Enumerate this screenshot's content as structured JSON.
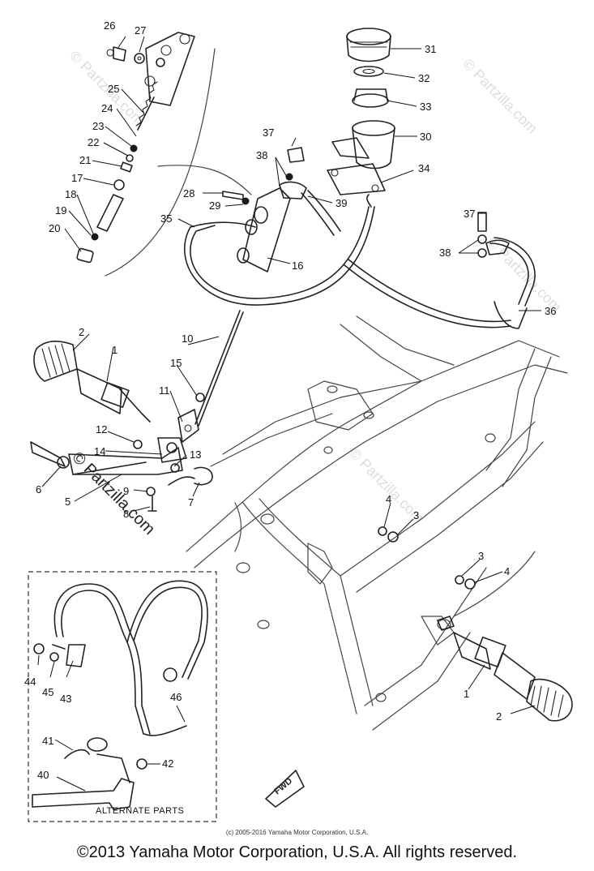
{
  "diagram": {
    "callouts": {
      "c1": "1",
      "c1b": "1",
      "c2": "2",
      "c2b": "2",
      "c3": "3",
      "c3b": "3",
      "c4": "4",
      "c4b": "4",
      "c5": "5",
      "c6": "6",
      "c7": "7",
      "c8": "8",
      "c9": "9",
      "c10": "10",
      "c11": "11",
      "c12": "12",
      "c13": "13",
      "c14": "14",
      "c15": "15",
      "c16": "16",
      "c17": "17",
      "c18": "18",
      "c19": "19",
      "c20": "20",
      "c21": "21",
      "c22": "22",
      "c23": "23",
      "c24": "24",
      "c25": "25",
      "c26": "26",
      "c27": "27",
      "c28": "28",
      "c29": "29",
      "c30": "30",
      "c31": "31",
      "c32": "32",
      "c33": "33",
      "c34": "34",
      "c35": "35",
      "c36": "36",
      "c37": "37",
      "c37b": "37",
      "c38": "38",
      "c38b": "38",
      "c39": "39",
      "c40": "40",
      "c41": "41",
      "c42": "42",
      "c43": "43",
      "c44": "44",
      "c45": "45",
      "c46": "46"
    },
    "alternate_parts_label": "ALTERNATE PARTS",
    "fwd_label": "FWD",
    "watermarks": [
      "© Partzilla.com",
      "© Partzilla.com",
      "© Partzilla.com",
      "© Partzilla.com",
      "© Partzilla.com"
    ],
    "small_copyright": "(c) 2005-2016 Yamaha Motor Corporation, U.S.A.",
    "copyright": "©2013 Yamaha Motor Corporation, U.S.A. All rights reserved."
  }
}
